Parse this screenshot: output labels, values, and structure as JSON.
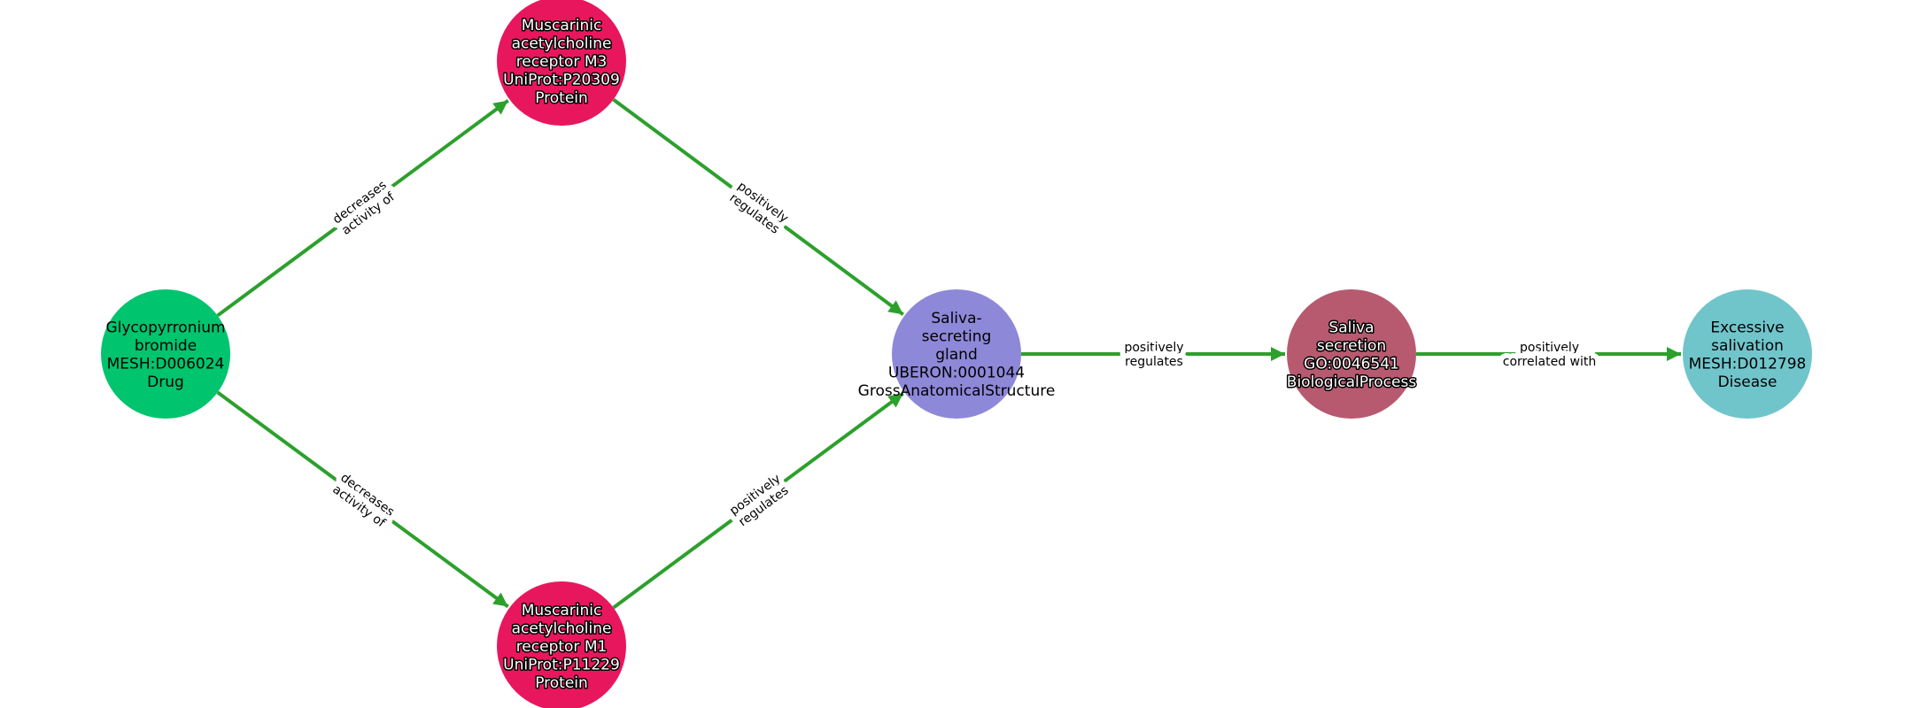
{
  "edge_color": "#2ca02c",
  "nodes": [
    {
      "id": "glyco",
      "lines": [
        "Glycopyrronium",
        "bromide",
        "MESH:D006024",
        "Drug"
      ],
      "color": "#00c46e",
      "outline": false
    },
    {
      "id": "m3",
      "lines": [
        "Muscarinic",
        "acetylcholine",
        "receptor M3",
        "UniProt:P20309",
        "Protein"
      ],
      "color": "#e8175d",
      "outline": true
    },
    {
      "id": "m1",
      "lines": [
        "Muscarinic",
        "acetylcholine",
        "receptor M1",
        "UniProt:P11229",
        "Protein"
      ],
      "color": "#e8175d",
      "outline": true
    },
    {
      "id": "gland",
      "lines": [
        "Saliva-",
        "secreting",
        "gland",
        "UBERON:0001044",
        "GrossAnatomicalStructure"
      ],
      "color": "#8e88d9",
      "outline": false
    },
    {
      "id": "secretion",
      "lines": [
        "Saliva",
        "secretion",
        "GO:0046541",
        "BiologicalProcess"
      ],
      "color": "#b75a70",
      "outline": true
    },
    {
      "id": "excess",
      "lines": [
        "Excessive",
        "salivation",
        "MESH:D012798",
        "Disease"
      ],
      "color": "#70c5cb",
      "outline": false
    }
  ],
  "edges": [
    {
      "source": "glyco",
      "target": "m3",
      "label": [
        "decreases",
        "activity of"
      ]
    },
    {
      "source": "glyco",
      "target": "m1",
      "label": [
        "decreases",
        "activity of"
      ]
    },
    {
      "source": "m3",
      "target": "gland",
      "label": [
        "positively",
        "regulates"
      ]
    },
    {
      "source": "m1",
      "target": "gland",
      "label": [
        "positively",
        "regulates"
      ]
    },
    {
      "source": "gland",
      "target": "secretion",
      "label": [
        "positively",
        "regulates"
      ]
    },
    {
      "source": "secretion",
      "target": "excess",
      "label": [
        "positively",
        "correlated with"
      ]
    }
  ]
}
